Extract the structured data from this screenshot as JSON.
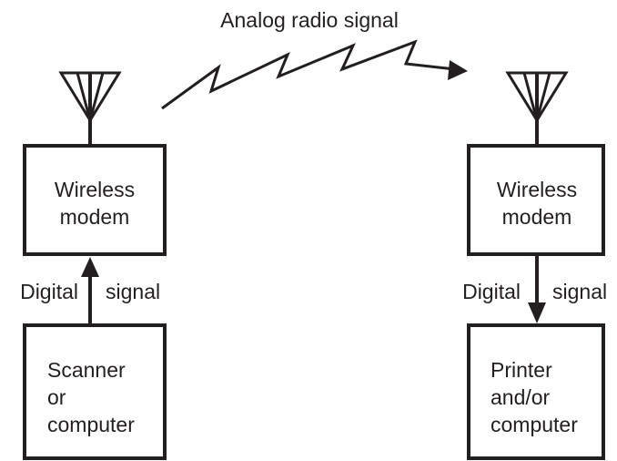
{
  "title": "Analog radio signal",
  "left": {
    "modem": [
      "Wireless",
      "modem"
    ],
    "device": [
      "Scanner",
      "or",
      "computer"
    ],
    "signal_left": "Digital",
    "signal_right": "signal"
  },
  "right": {
    "modem": [
      "Wireless",
      "modem"
    ],
    "device": [
      "Printer",
      "and/or",
      "computer"
    ],
    "signal_left": "Digital",
    "signal_right": "signal"
  },
  "colors": {
    "ink": "#231f20",
    "background": "#ffffff"
  }
}
